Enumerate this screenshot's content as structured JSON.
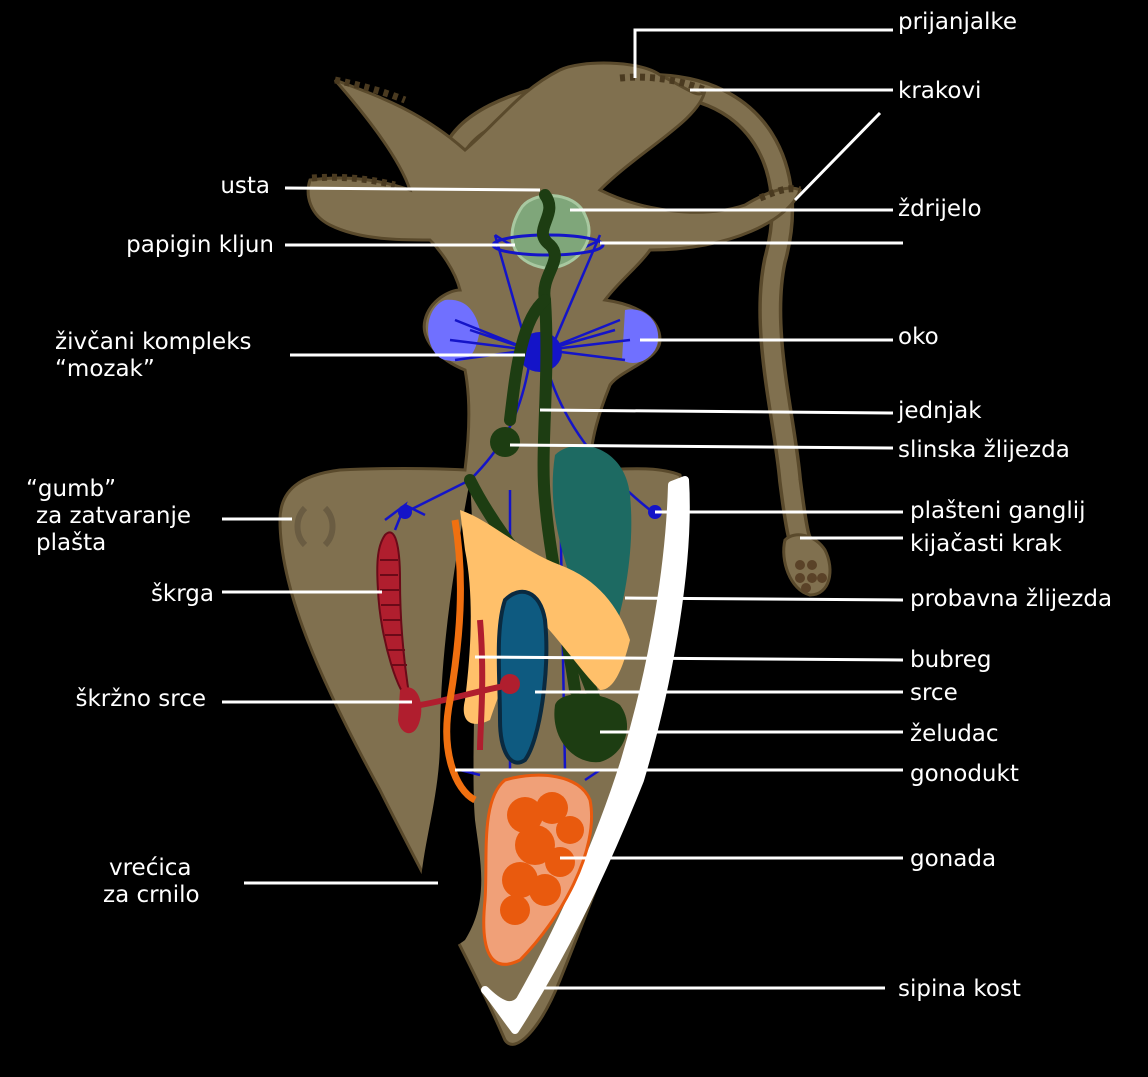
{
  "labels": {
    "prijanjalke": "prijanjalke",
    "krakovi": "krakovi",
    "usta": "usta",
    "zdrijelo": "ždrijelo",
    "papigin_kljun": "papigin kljun",
    "zivcani_kompleks_1": "živčani kompleks",
    "zivcani_kompleks_2": "“mozak”",
    "oko": "oko",
    "jednjak": "jednjak",
    "slinska_zlijezda": "slinska žlijezda",
    "gumb_1": "“gumb”",
    "gumb_2": "za zatvaranje",
    "gumb_3": "plašta",
    "plasteni_ganglij": "plašteni ganglij",
    "kijacasti_krak": "kijačasti krak",
    "skrga": "škrga",
    "probavna_zlijezda": "probavna žlijezda",
    "bubreg": "bubreg",
    "skrzno_srce": "škržno srce",
    "srce": "srce",
    "zeludac": "želudac",
    "gonodukt": "gonodukt",
    "vrecica_1": "vrećica",
    "vrecica_2": "za crnilo",
    "gonada": "gonada",
    "sipina_kost": "sipina kost"
  },
  "colors": {
    "background": "#000000",
    "body": "#80704f",
    "body_outline": "#5a4a2c",
    "label_lines": "#ffffff",
    "nerves": "#1414c8",
    "eyes": "#7070ff",
    "digestive": "#1d3d12",
    "digestive_gland": "#1d6a62",
    "pharynx": "#7fa67a",
    "gill": "#b01e2e",
    "kidney": "#ffc06a",
    "heart": "#0e5a80",
    "gonad": "#e95a0e",
    "gonad_sac": "#f0a078",
    "ink_sac": "#000000",
    "cuttlebone": "#ffffff",
    "oviduct": "#f07010"
  }
}
